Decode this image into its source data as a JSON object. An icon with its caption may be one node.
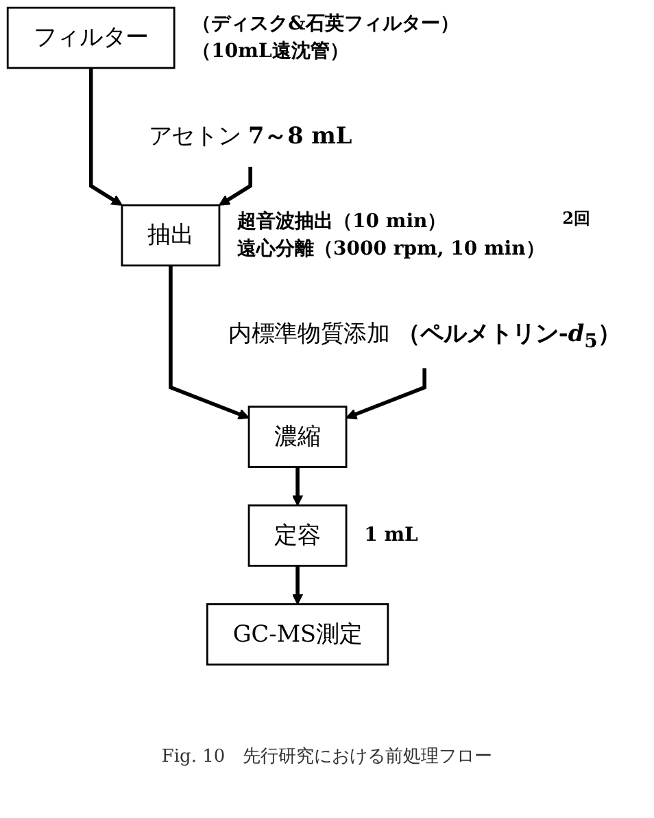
{
  "diagram": {
    "caption": "Fig. 10　先行研究における前処理フロー",
    "nodes": [
      {
        "text": [
          "フィルター"
        ],
        "beside": [
          "（ディスク&石英フィルター）",
          "（10mL遠沈管）"
        ]
      },
      {
        "text": [
          "アセトン **7～8 mL**"
        ]
      },
      {
        "text": [
          "抽出"
        ],
        "beside": [
          "超音波抽出（10 min）",
          "遠心分離（3000 rpm, 10 min）",
          "2回"
        ]
      },
      {
        "text": [
          "内標準物質添加 **（ペルメトリン-*d*$_{5}$）**"
        ]
      },
      {
        "text": [
          "濃縮"
        ]
      },
      {
        "text": [
          "定容"
        ],
        "beside": [
          "1 mL"
        ]
      },
      {
        "text": [
          "GC-MS測定"
        ]
      }
    ],
    "edges": [
      {
        "from": 0,
        "to": 2,
        "arrow": "to"
      },
      {
        "from": 1,
        "to": 2,
        "arrow": "to"
      },
      {
        "from": 2,
        "to": 4,
        "arrow": "to"
      },
      {
        "from": 3,
        "to": 4,
        "arrow": "to"
      },
      {
        "from": 4,
        "to": 5,
        "arrow": "to"
      },
      {
        "from": 5,
        "to": 6,
        "arrow": "to"
      }
    ]
  }
}
